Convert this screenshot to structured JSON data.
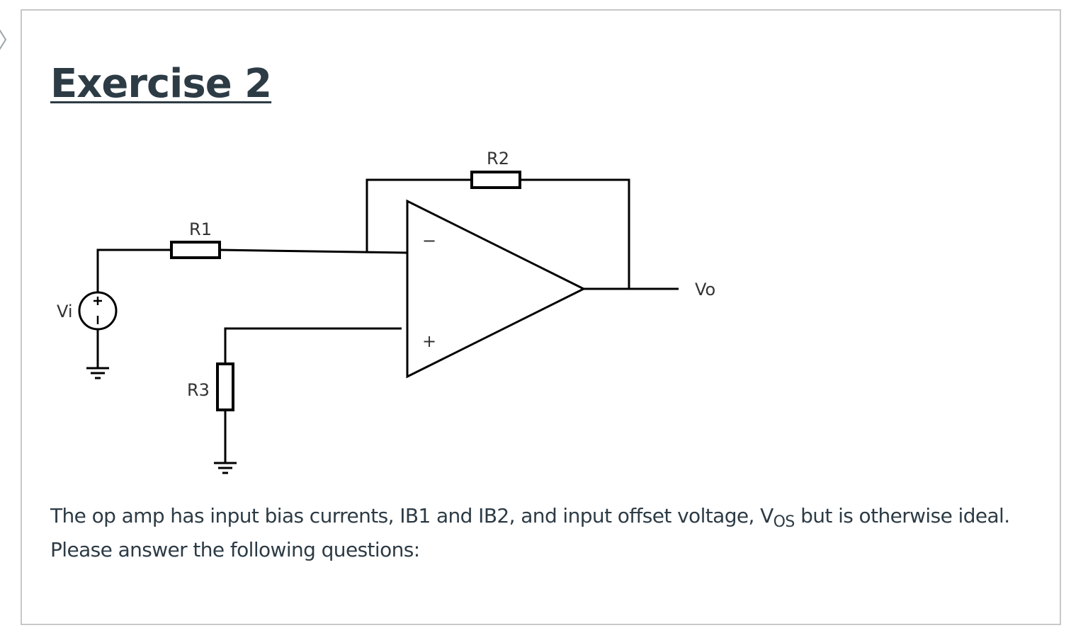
{
  "title": "Exercise 2",
  "diagram": {
    "labels": {
      "r1": "R1",
      "r2": "R2",
      "r3": "R3",
      "vi": "Vi",
      "vo": "Vo",
      "inverting": "−",
      "noninverting": "+"
    }
  },
  "paragraph": {
    "line1_before": "The op amp has input bias currents, IB1 and IB2, and input offset voltage, V",
    "subscript": "OS",
    "line1_after": " but is otherwise ideal.",
    "line2": "Please answer the following questions:"
  },
  "icons": {
    "back": "chevron-left-icon"
  }
}
